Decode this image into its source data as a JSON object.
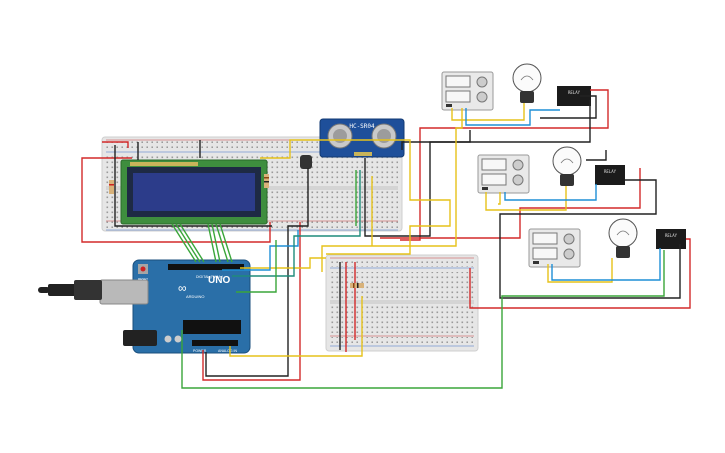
{
  "arduino": {
    "brand": "ARDUINO",
    "model": "UNO",
    "logo_text": "∞",
    "section_left": "DIGITAL (PWM~)",
    "section_right": "ANALOG IN",
    "power_label": "POWER",
    "reset_label": "RESET"
  },
  "sensor": {
    "model": "HC-SR04"
  },
  "relay_label": "RELAY",
  "colors": {
    "red": "#d32a2a",
    "black": "#222222",
    "yellow": "#e6c21a",
    "green": "#3aa63a",
    "blue": "#1e8fd6",
    "teal": "#1f8c7a",
    "breadboard": "#e6e6e6",
    "arduino": "#2a6fa8",
    "lcd_screen": "#2c3c8a",
    "lcd_board": "#3e8e3e",
    "sensor_board": "#1e4f9a"
  },
  "icons": [
    "usb-cable-icon",
    "bulb-icon",
    "power-supply-icon",
    "relay-icon",
    "resistor-icon",
    "ultrasonic-sensor-icon",
    "lcd-icon",
    "chip-icon"
  ]
}
